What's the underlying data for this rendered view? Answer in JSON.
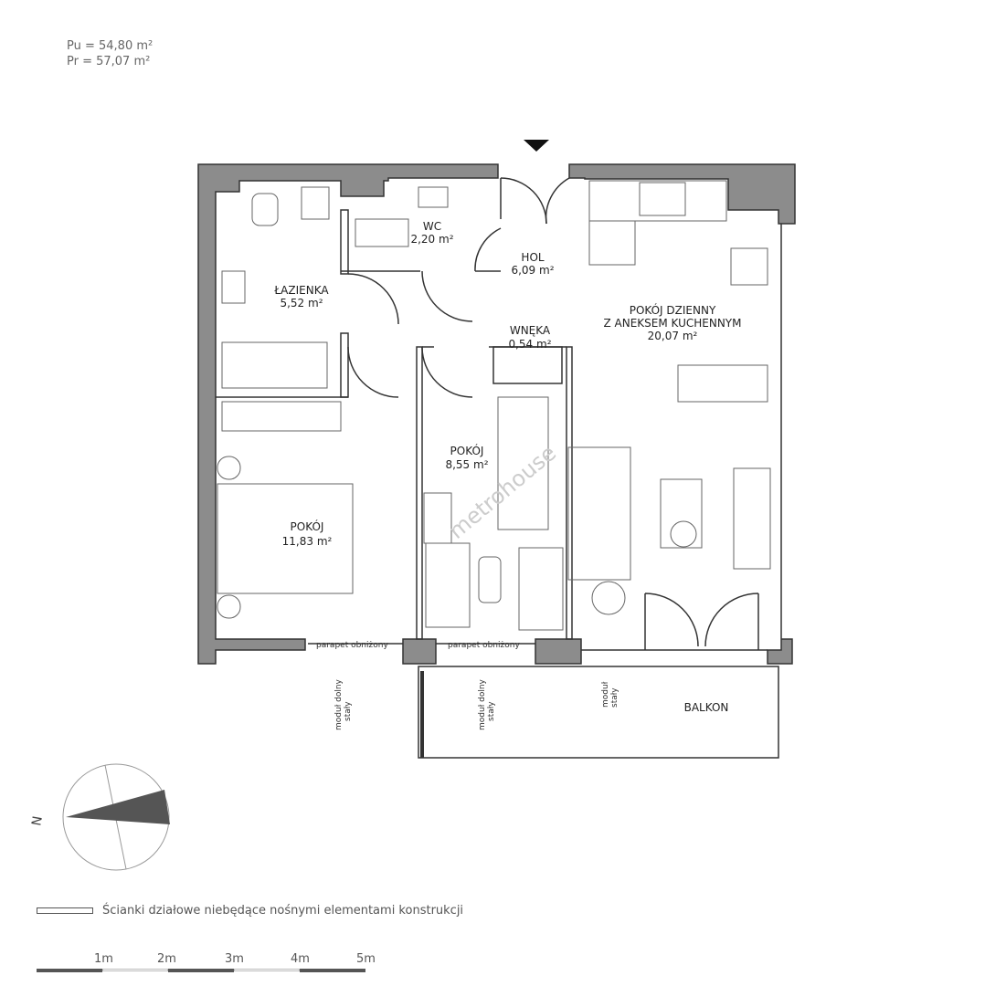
{
  "summary": {
    "usable_area": "Pu = 54,80 m²",
    "total_area": "Pr = 57,07 m²"
  },
  "rooms": {
    "wc": {
      "name": "WC",
      "area": "2,20 m²"
    },
    "hol": {
      "name": "HOL",
      "area": "6,09 m²"
    },
    "lazienka": {
      "name": "ŁAZIENKA",
      "area": "5,52 m²"
    },
    "dzienny": {
      "name": "POKÓJ DZIENNY",
      "name2": "Z ANEKSEM KUCHENNYM",
      "area": "20,07 m²"
    },
    "wneka": {
      "name": "WNĘKA",
      "area": "0,54 m²"
    },
    "pokoj_small": {
      "name": "POKÓJ",
      "area": "8,55 m²"
    },
    "pokoj_large": {
      "name": "POKÓJ",
      "area": "11,83 m²"
    },
    "balkon": {
      "name": "BALKON"
    }
  },
  "annotations": {
    "parapet": "parapet obniżony",
    "modul_dolny_1": "moduł dolny",
    "modul_dolny_2": "stały",
    "modul_1": "moduł",
    "modul_2": "stały"
  },
  "watermark": "metrohouse",
  "compass": {
    "north": "N"
  },
  "legend": {
    "text": "Ścianki działowe niebędące nośnymi elementami konstrukcji"
  },
  "scale": {
    "labels": [
      "1m",
      "2m",
      "3m",
      "4m",
      "5m"
    ]
  },
  "colors": {
    "wall": "#8c8c8c",
    "line": "#333333"
  }
}
